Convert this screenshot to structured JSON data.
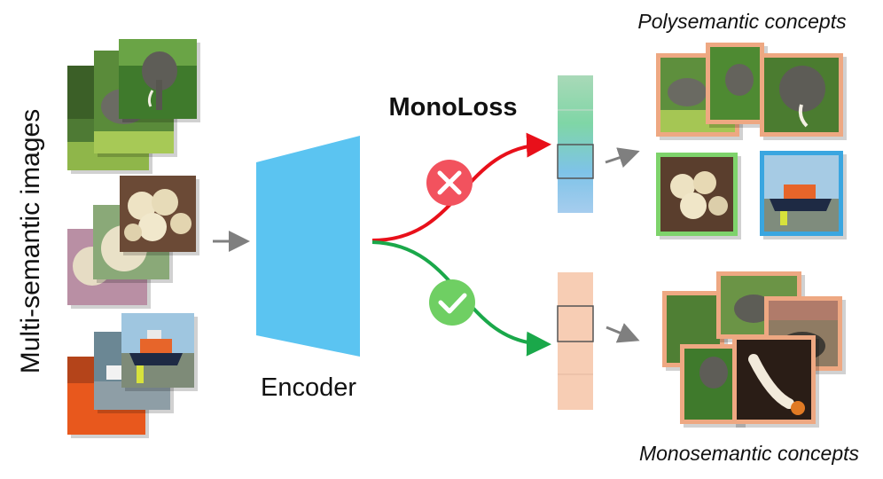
{
  "labels": {
    "input_axis": "Multi-semantic images",
    "encoder": "Encoder",
    "loss": "MonoLoss",
    "top_caption": "Polysemantic concepts",
    "bottom_caption": "Monosemantic concepts"
  },
  "icons": {
    "reject": "x-mark-icon",
    "accept": "check-mark-icon"
  },
  "colors": {
    "encoder": "#5bc4f1",
    "red_path": "#e8101a",
    "green_path": "#1aa84a",
    "reject_badge": "#f2525e",
    "accept_badge": "#6fcf63",
    "orange_frame": "#eea882",
    "green_frame": "#7ed36b",
    "blue_frame": "#3aa6e0",
    "mono_cell": "#f7cdb4"
  }
}
